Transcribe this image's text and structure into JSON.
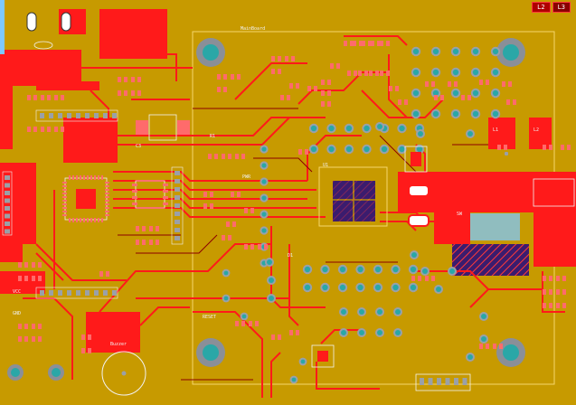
{
  "window": {
    "title": "PCB Layout Editor"
  },
  "layer_tabs": [
    {
      "label": "L2"
    },
    {
      "label": "L3"
    }
  ],
  "board": {
    "labels": [
      {
        "id": "lbl-mainboard",
        "text": "MainBoard"
      },
      {
        "id": "lbl-u1",
        "text": "U1"
      },
      {
        "id": "lbl-c3",
        "text": "C3"
      },
      {
        "id": "lbl-vcc",
        "text": "VCC"
      },
      {
        "id": "lbl-gnd",
        "text": "GND"
      },
      {
        "id": "lbl-l1",
        "text": "L1"
      },
      {
        "id": "lbl-l2",
        "text": "L2"
      },
      {
        "id": "lbl-r1",
        "text": "R1"
      },
      {
        "id": "lbl-d1",
        "text": "D1"
      },
      {
        "id": "lbl-buzzer",
        "text": "Buzzer"
      },
      {
        "id": "lbl-reset",
        "text": "RESET"
      },
      {
        "id": "lbl-pwr",
        "text": "PWR"
      },
      {
        "id": "lbl-sw",
        "text": "SW"
      }
    ]
  },
  "colors": {
    "board_base": "#c79a00",
    "copper_top": "#ff1a1a",
    "copper_bottom": "#ff2b2b",
    "pad": "#9aa0a8",
    "via_ring": "#d7d9dd",
    "via_hole": "#2aa7a7",
    "silk": "#f2f2f2",
    "keepout": "#3b1c6e",
    "accent": "#7ec8ff"
  }
}
